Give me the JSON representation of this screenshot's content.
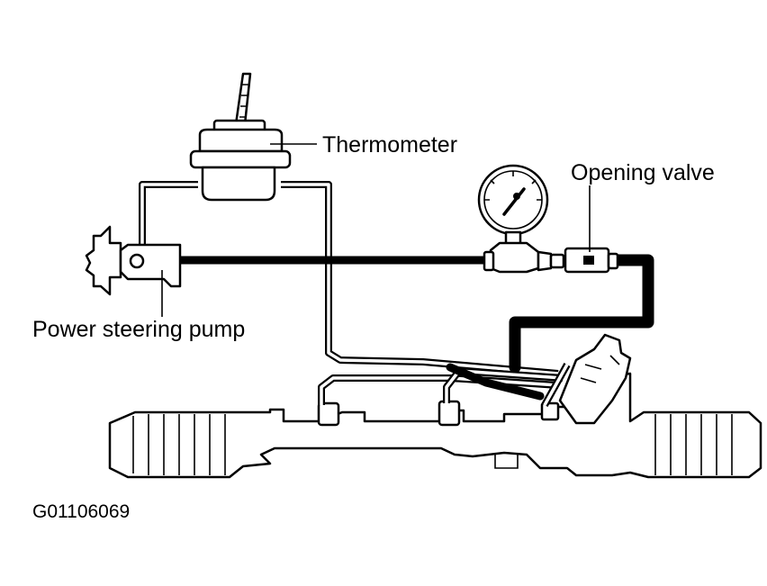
{
  "labels": {
    "thermometer": "Thermometer",
    "opening_valve": "Opening valve",
    "power_steering_pump": "Power steering pump"
  },
  "figure_code": "G01106069"
}
